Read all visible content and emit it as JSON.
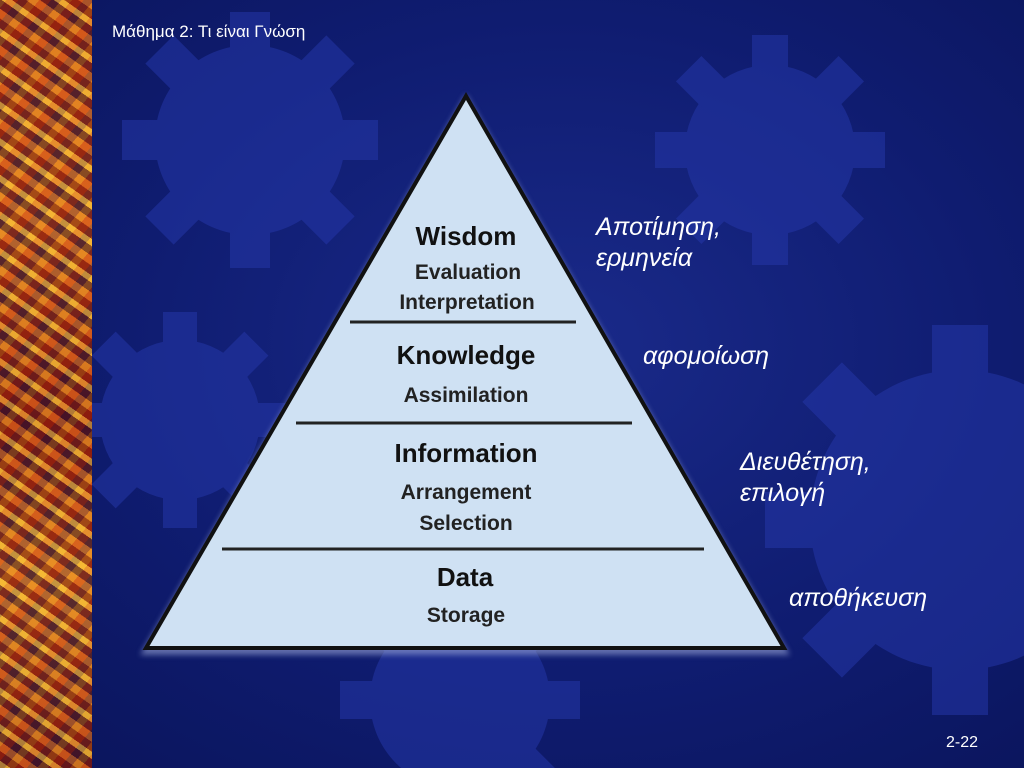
{
  "slide": {
    "title": "Μάθημα 2:  Τι είναι Γνώση",
    "page_number": "2-22"
  },
  "pyramid": {
    "levels": [
      {
        "title": "Wisdom",
        "subs": [
          "Evaluation",
          "Interpretation"
        ]
      },
      {
        "title": "Knowledge",
        "subs": [
          "Assimilation"
        ]
      },
      {
        "title": "Information",
        "subs": [
          "Arrangement",
          "Selection"
        ]
      },
      {
        "title": "Data",
        "subs": [
          "Storage"
        ]
      }
    ]
  },
  "labels": [
    {
      "lines": [
        "Αποτίμηση,",
        "ερμηνεία"
      ]
    },
    {
      "lines": [
        "αφομοίωση"
      ]
    },
    {
      "lines": [
        "Διευθέτηση,",
        "επιλογή"
      ]
    },
    {
      "lines": [
        "αποθήκευση"
      ]
    }
  ],
  "colors": {
    "background": "#0f1c70",
    "gear": "#2233a0",
    "pyramid_fill": "#cfe1f3",
    "pyramid_edge": "#111111"
  }
}
